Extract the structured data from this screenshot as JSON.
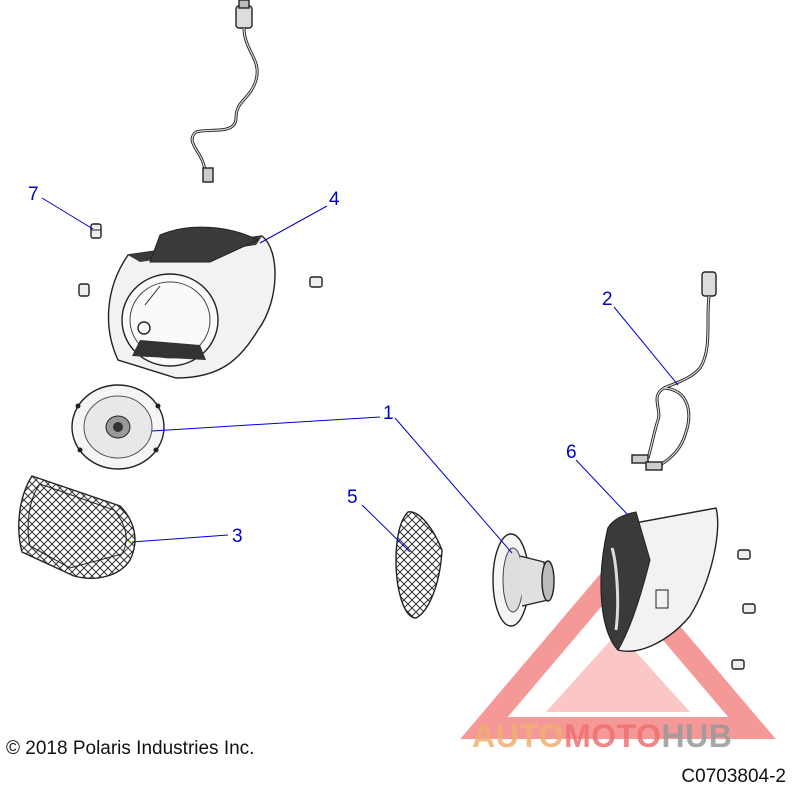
{
  "callouts": [
    {
      "id": "callout-1",
      "label": "1"
    },
    {
      "id": "callout-2",
      "label": "2"
    },
    {
      "id": "callout-3",
      "label": "3"
    },
    {
      "id": "callout-4",
      "label": "4"
    },
    {
      "id": "callout-5",
      "label": "5"
    },
    {
      "id": "callout-6",
      "label": "6"
    },
    {
      "id": "callout-7",
      "label": "7"
    }
  ],
  "footer": {
    "copyright": "© 2018 Polaris Industries Inc.",
    "reference_code": "C0703804-2"
  },
  "watermark": {
    "parts": [
      "AUTO",
      "MOTO",
      "HUB"
    ],
    "colors": {
      "auto": "#f0b070",
      "moto": "#f07070",
      "hub": "#9a9a9a",
      "triangle": "#ee4444"
    }
  },
  "colors": {
    "callout": "#0000cc",
    "leader": "#0000cc",
    "line_art": "#222222",
    "housing_fill": "#f2f2f2",
    "housing_dark": "#3a3a3a"
  }
}
